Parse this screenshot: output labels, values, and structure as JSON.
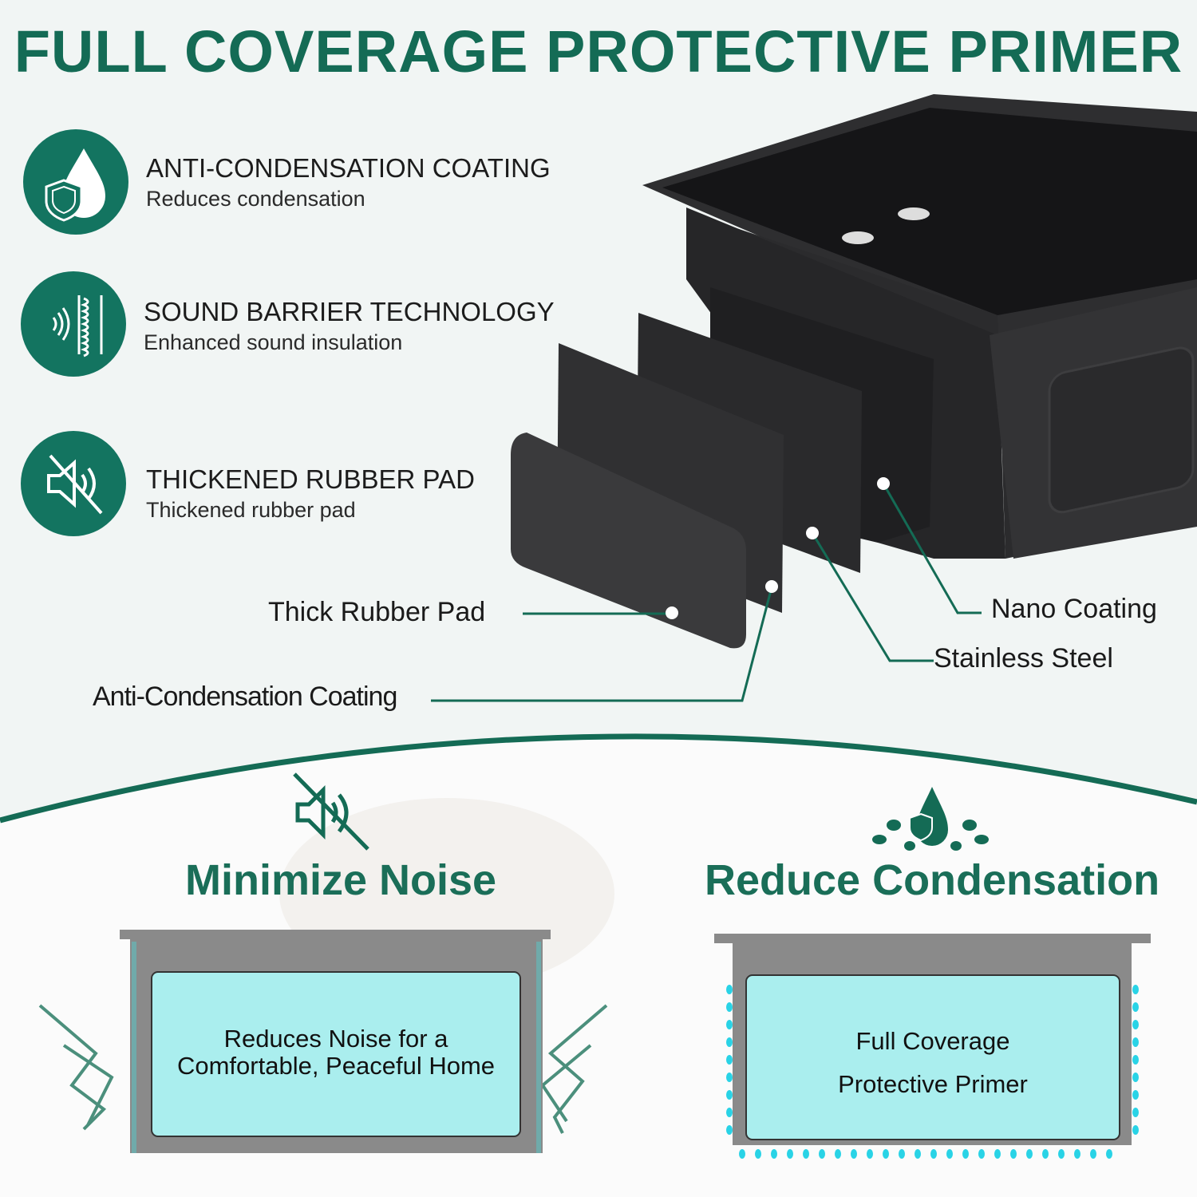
{
  "title": "FULL COVERAGE PROTECTIVE PRIMER",
  "features": [
    {
      "icon": "drop-shield-icon",
      "title": "ANTI-CONDENSATION COATING",
      "subtitle": "Reduces condensation"
    },
    {
      "icon": "sound-wave-barrier-icon",
      "title": "SOUND BARRIER TECHNOLOGY",
      "subtitle": "Enhanced sound insulation"
    },
    {
      "icon": "muted-speaker-icon",
      "title": "THICKENED RUBBER PAD",
      "subtitle": "Thickened rubber pad"
    }
  ],
  "callouts": {
    "thick_rubber_pad": "Thick Rubber Pad",
    "anti_condensation": "Anti-Condensation Coating",
    "nano_coating": "Nano Coating",
    "stainless_steel": "Stainless Steel"
  },
  "bottom": {
    "noise": {
      "title": "Minimize Noise",
      "line1": "Reduces Noise for a",
      "line2": "Comfortable, Peaceful Home"
    },
    "condensation": {
      "title": "Reduce Condensation",
      "line1": "Full Coverage",
      "line2": "Protective Primer"
    }
  },
  "colors": {
    "brand_green": "#146b55",
    "cyan_fill": "#a9ecec",
    "gray": "#8a8a8a"
  }
}
